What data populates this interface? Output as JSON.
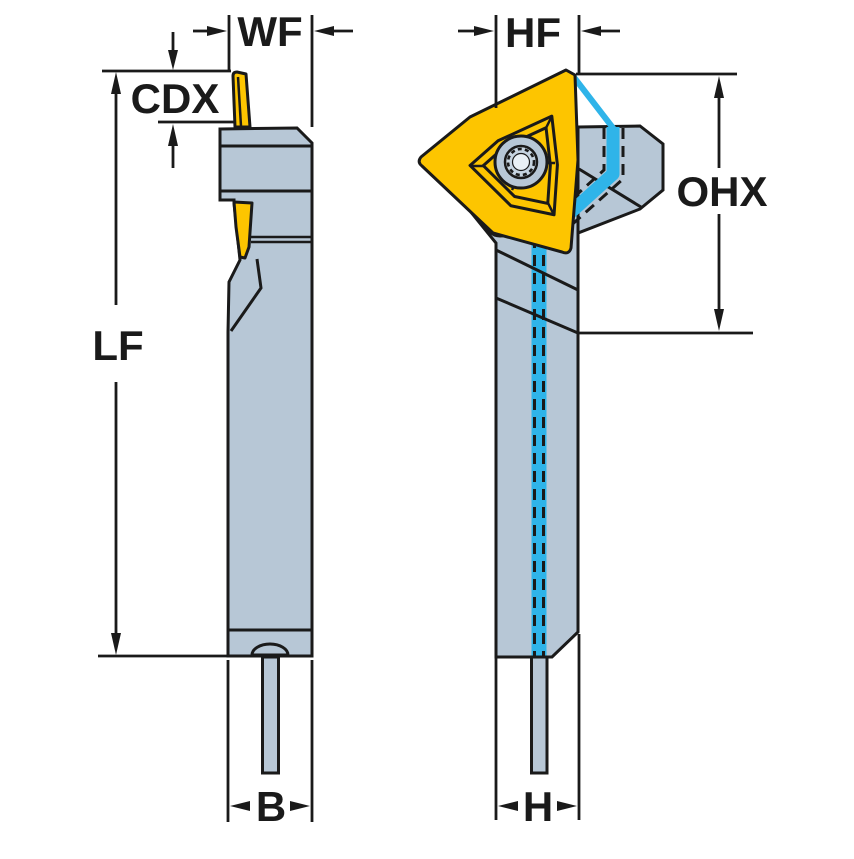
{
  "labels": {
    "wf": "WF",
    "cdx": "CDX",
    "lf": "LF",
    "b": "B",
    "hf": "HF",
    "ohx": "OHX",
    "h": "H"
  },
  "views": {
    "side_view_dimensions": [
      "WF",
      "CDX",
      "LF",
      "B"
    ],
    "front_view_dimensions": [
      "HF",
      "OHX",
      "H"
    ]
  },
  "colors": {
    "line": "#1a1a1a",
    "body": "#b7c7d6",
    "insert_yellow": "#fdc500",
    "coolant_cyan": "#2fb4e9",
    "background": "#ffffff",
    "screw_center": "#e9f0f5"
  }
}
